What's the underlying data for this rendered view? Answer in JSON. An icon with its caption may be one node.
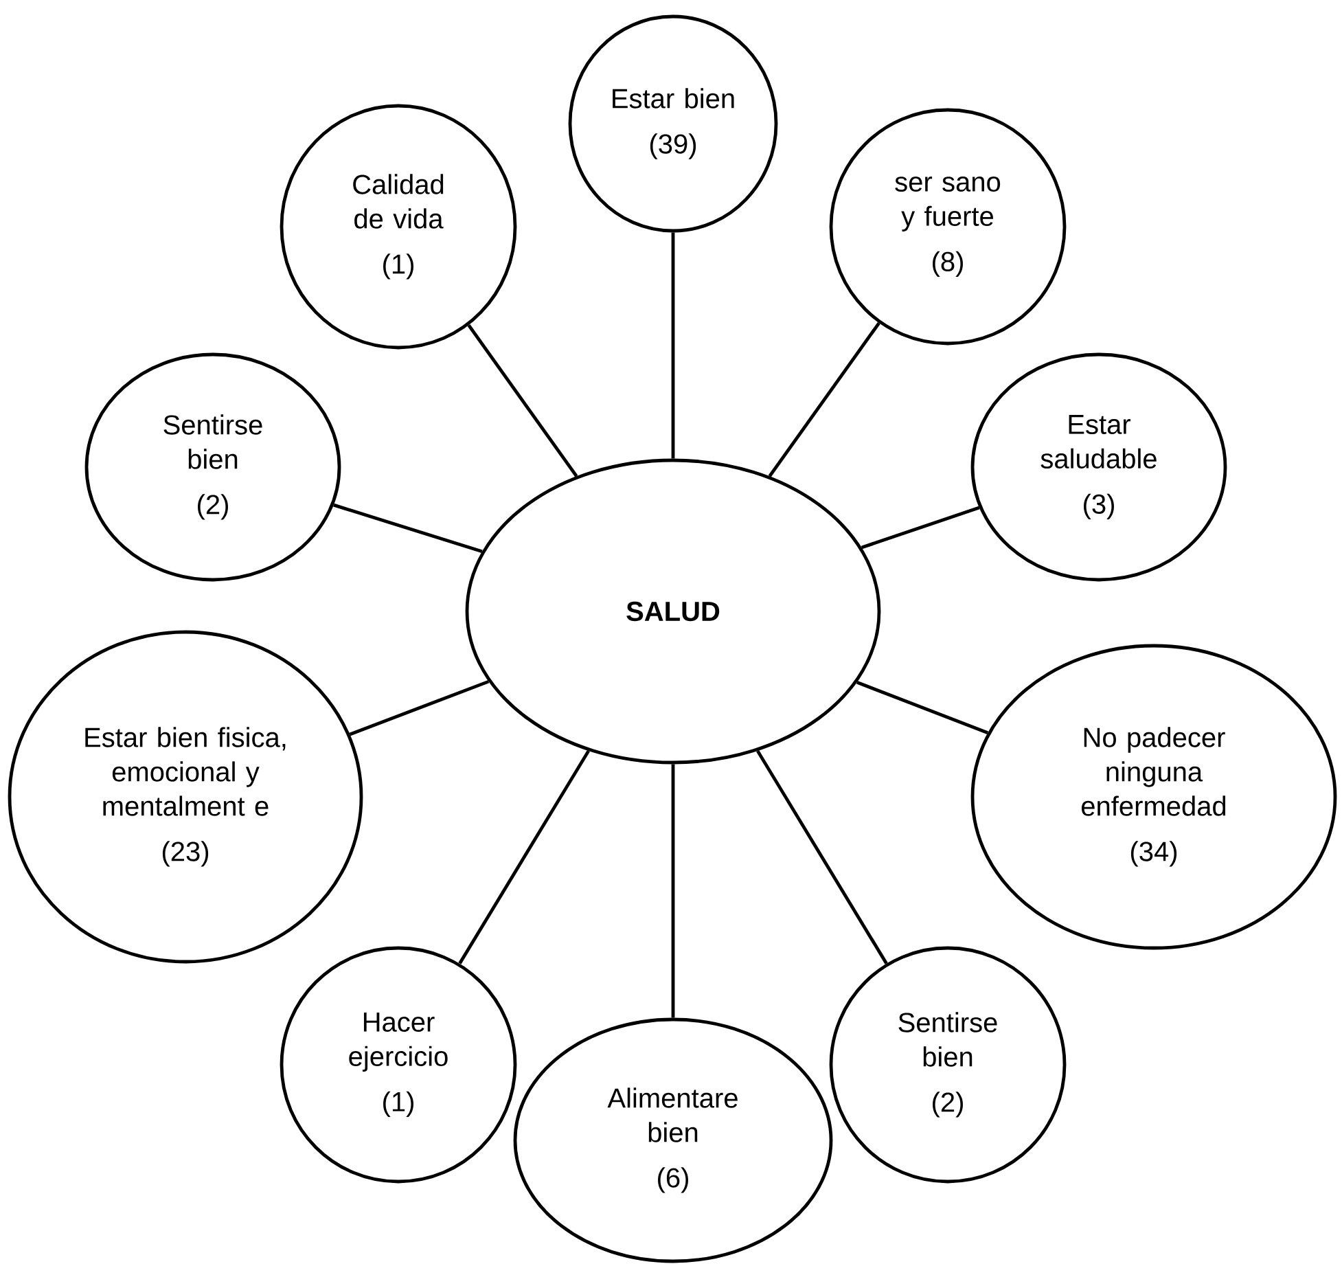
{
  "diagram": {
    "nodes": [
      {
        "text": [
          "SALUD"
        ]
      },
      {
        "text": [
          "Estar bien",
          "(39)"
        ]
      },
      {
        "text": [
          "Calidad de vida",
          "(1)"
        ]
      },
      {
        "text": [
          "ser sano y fuerte",
          "(8)"
        ]
      },
      {
        "text": [
          "Sentirse bien",
          "(2)"
        ]
      },
      {
        "text": [
          "Estar saludable",
          "(3)"
        ]
      },
      {
        "text": [
          "Estar bien fisica, emocional y mentalment e",
          "(23)"
        ]
      },
      {
        "text": [
          "No padecer ninguna enfermedad",
          "(34)"
        ]
      },
      {
        "text": [
          "Hacer ejercicio",
          "(1)"
        ]
      },
      {
        "text": [
          "Alimentare bien",
          "(6)"
        ]
      },
      {
        "text": [
          "Sentirse bien",
          "(2)"
        ]
      }
    ],
    "edges": [
      {
        "from": 0,
        "to": 1,
        "arrow": "none"
      },
      {
        "from": 0,
        "to": 2,
        "arrow": "none"
      },
      {
        "from": 0,
        "to": 3,
        "arrow": "none"
      },
      {
        "from": 0,
        "to": 4,
        "arrow": "none"
      },
      {
        "from": 0,
        "to": 5,
        "arrow": "none"
      },
      {
        "from": 0,
        "to": 6,
        "arrow": "none"
      },
      {
        "from": 0,
        "to": 7,
        "arrow": "none"
      },
      {
        "from": 0,
        "to": 8,
        "arrow": "none"
      },
      {
        "from": 0,
        "to": 9,
        "arrow": "none"
      },
      {
        "from": 0,
        "to": 10,
        "arrow": "none"
      }
    ]
  }
}
